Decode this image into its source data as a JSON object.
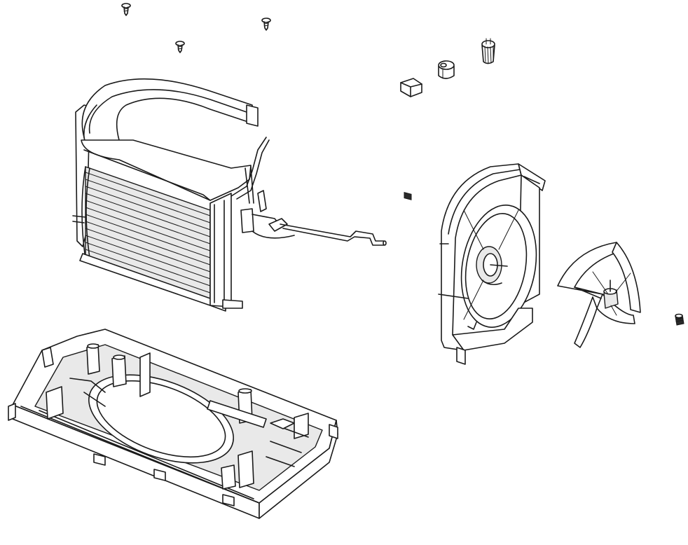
{
  "diagram": {
    "kind": "exploded-view",
    "parts": [
      {
        "name": "screw",
        "count": 3
      },
      {
        "name": "evaporator-coil-assembly"
      },
      {
        "name": "base-pan"
      },
      {
        "name": "clip"
      },
      {
        "name": "bushing"
      },
      {
        "name": "grommet"
      },
      {
        "name": "fan-shroud-with-motor"
      },
      {
        "name": "blower-wheel"
      },
      {
        "name": "set-screw"
      }
    ]
  },
  "colors": {
    "line": "#1a1a1a",
    "background": "#ffffff",
    "shade": "#e9e9e9"
  }
}
